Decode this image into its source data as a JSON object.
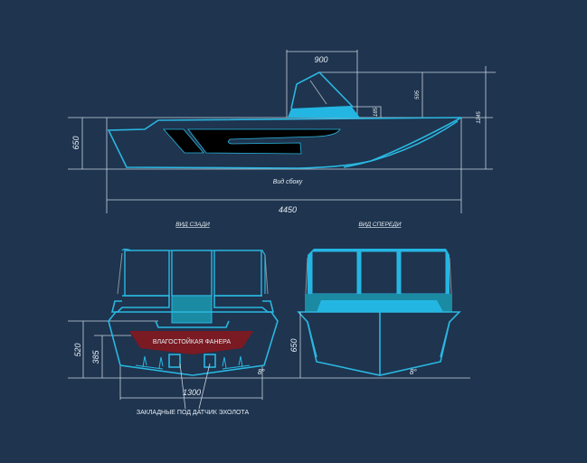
{
  "side_view": {
    "caption": "Вид сбоку",
    "dims": {
      "length": "4450",
      "hull_height": "650",
      "total_height": "1245",
      "windshield_width": "900",
      "windshield_height": "595",
      "console_height": "185"
    }
  },
  "rear_view": {
    "title": "ВИД СЗАДИ",
    "plywood_label": "ВЛАГОСТОЙКАЯ ФАНЕРА",
    "dims": {
      "transom_height": "520",
      "plywood_height": "385",
      "width": "1300",
      "deadrise": "8°"
    },
    "note": "ЗАКЛАДНЫЕ ПОД ДАТЧИК ЭХОЛОТА"
  },
  "front_view": {
    "title": "ВИД СПЕРЕДИ",
    "dims": {
      "height": "650",
      "deadrise": "8°"
    }
  },
  "colors": {
    "background": "#1e344f",
    "hull": "#2bb7e0",
    "plywood": "#7a1a22"
  }
}
